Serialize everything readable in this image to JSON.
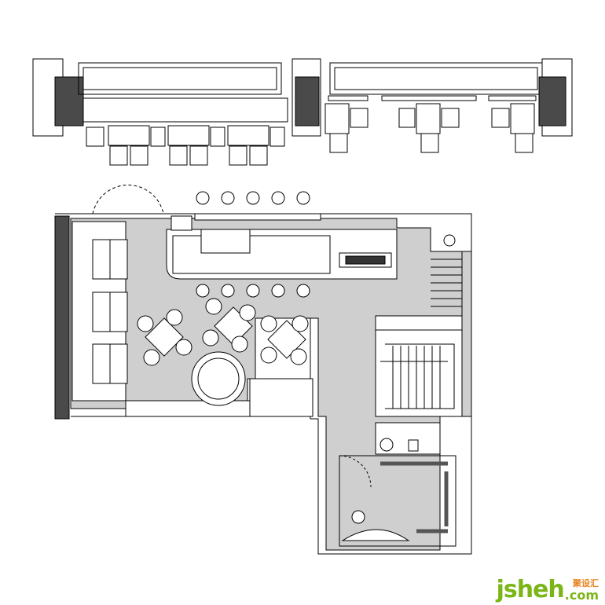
{
  "watermark": {
    "brand": "jsheh",
    "domain_suffix": ".com",
    "chinese": "聚设汇"
  },
  "colors": {
    "floor": "#cfcfcf",
    "wall": "#4a4a4a",
    "line": "#000000",
    "brand_green": "#7cb518",
    "brand_orange": "#e8821e"
  }
}
